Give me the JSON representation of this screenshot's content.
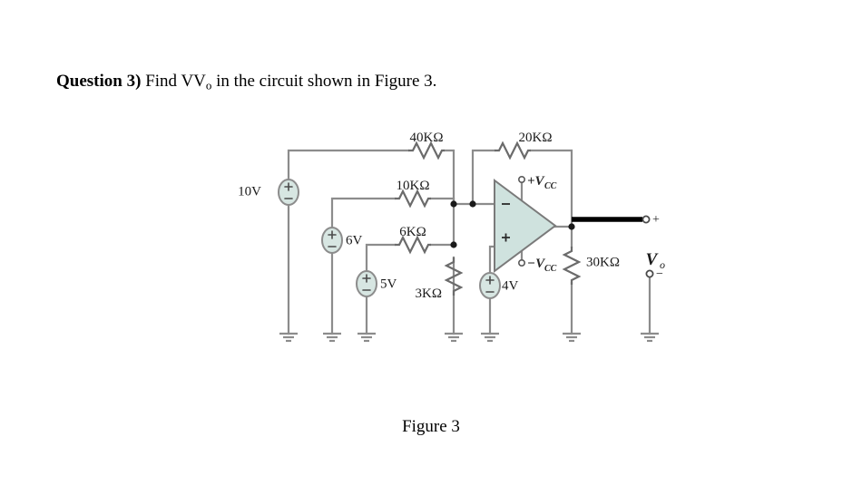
{
  "question": {
    "prefix": "Question 3)",
    "text_before_v": " Find V",
    "v_subscript": "o",
    "text_after_v": " in the circuit shown in Figure 3."
  },
  "figure": {
    "caption": "Figure 3"
  },
  "circuit": {
    "title": "Summing amplifier with multiple DC sources",
    "sources": [
      {
        "id": "src-10v",
        "label": "10V",
        "value": 10,
        "unit": "V"
      },
      {
        "id": "src-6v",
        "label": "6V",
        "value": 6,
        "unit": "V"
      },
      {
        "id": "src-5v",
        "label": "5V",
        "value": 5,
        "unit": "V"
      },
      {
        "id": "src-4v",
        "label": "4V",
        "value": 4,
        "unit": "V"
      }
    ],
    "resistors": [
      {
        "id": "res-40k",
        "label": "40KΩ",
        "value": 40,
        "unit": "KΩ"
      },
      {
        "id": "res-20k",
        "label": "20KΩ",
        "value": 20,
        "unit": "KΩ"
      },
      {
        "id": "res-10k",
        "label": "10KΩ",
        "value": 10,
        "unit": "KΩ"
      },
      {
        "id": "res-6k",
        "label": "6KΩ",
        "value": 6,
        "unit": "KΩ"
      },
      {
        "id": "res-3k",
        "label": "3KΩ",
        "value": 3,
        "unit": "KΩ"
      },
      {
        "id": "res-30k",
        "label": "30KΩ",
        "value": 30,
        "unit": "KΩ"
      }
    ],
    "opamp": {
      "supply_positive": "+V",
      "supply_positive_sub": "CC",
      "supply_negative": "−V",
      "supply_negative_sub": "CC",
      "inverting_sign": "−",
      "noninverting_sign": "+"
    },
    "output": {
      "label": "V",
      "label_sub": "o",
      "terminal_plus": "+",
      "terminal_minus": "−"
    },
    "colors": {
      "wire": "#8c8c8c",
      "output_wire": "#000000",
      "source_fill": "#d7e6e2",
      "opamp_fill": "#cfe2de",
      "text": "#1a1a1a"
    }
  }
}
